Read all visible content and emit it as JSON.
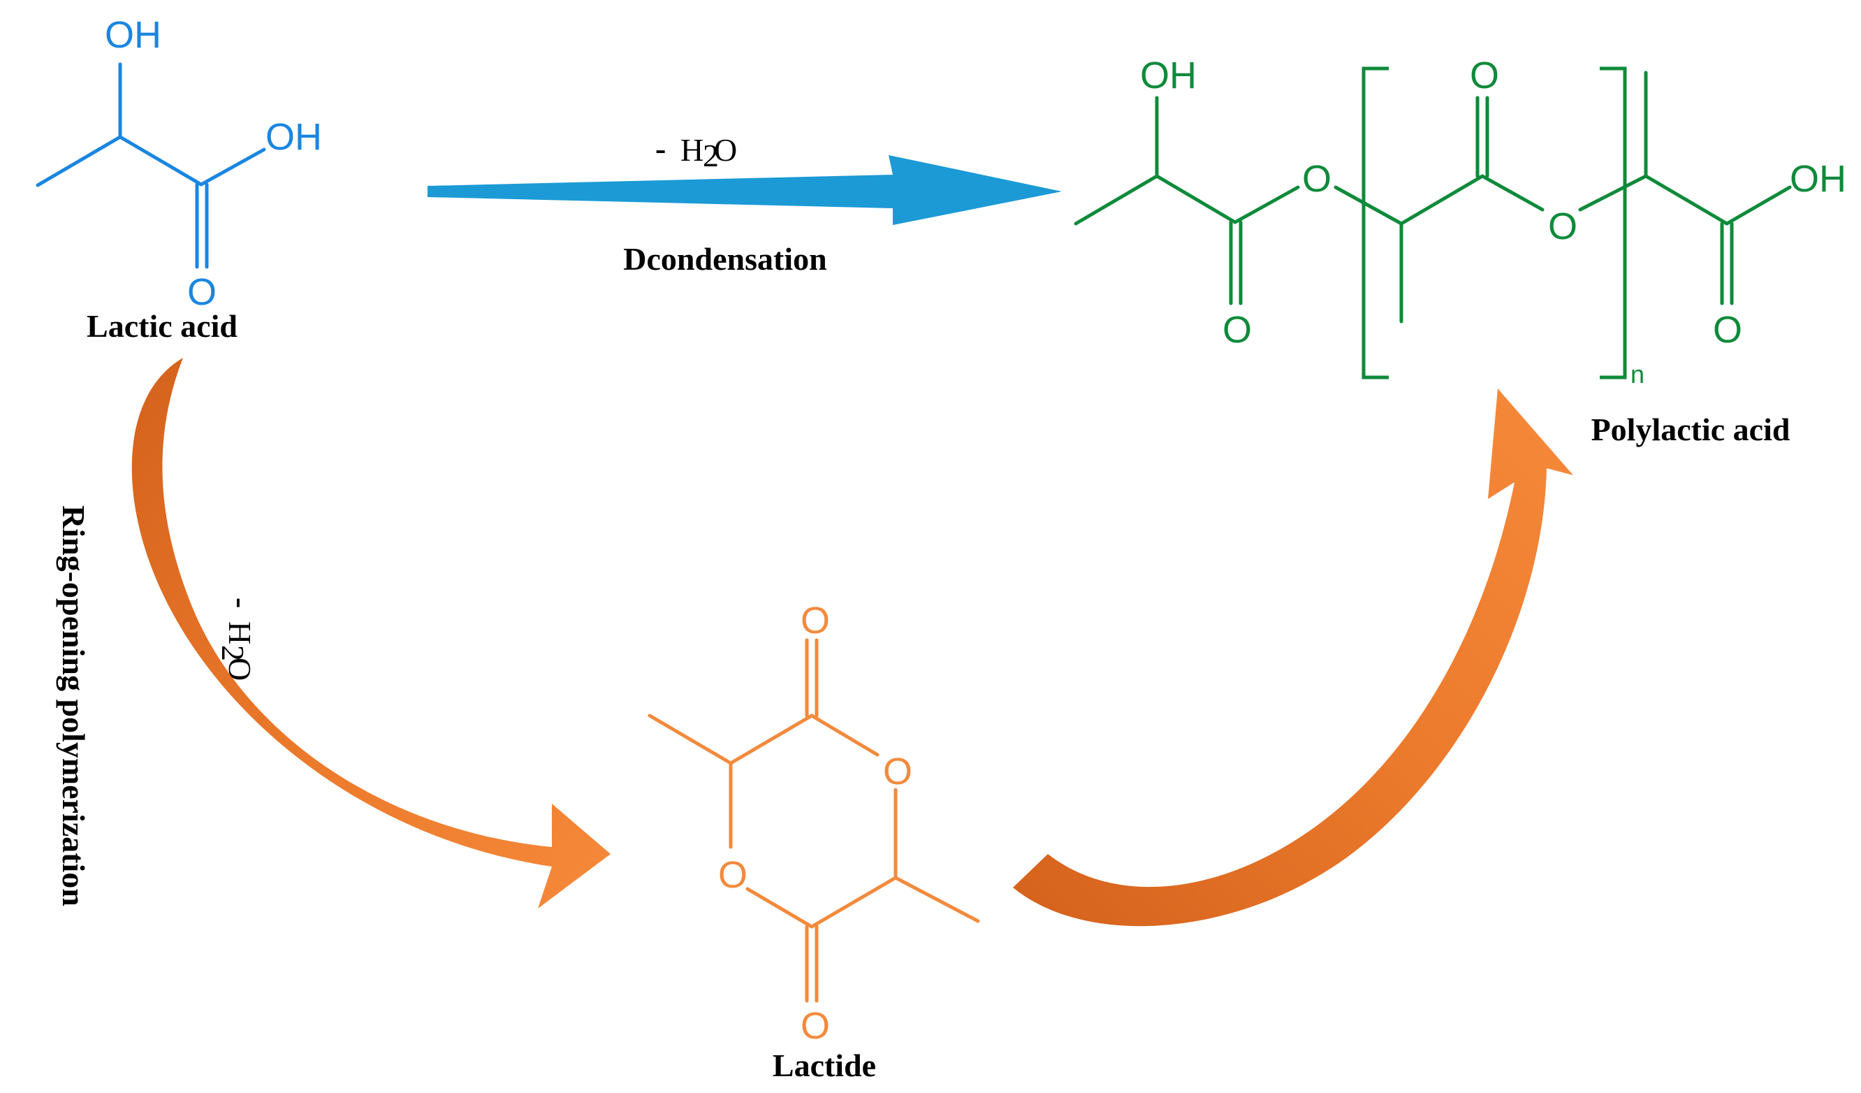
{
  "colors": {
    "lactic_acid": "#1a86e0",
    "polylactic_acid": "#0e8a3a",
    "lactide": "#f28a3c",
    "arrow_blue": "#1b9ad6",
    "arrow_orange_light": "#f6893a",
    "arrow_orange_dark": "#d4621c"
  },
  "molecules": {
    "lactic_acid": {
      "name": "Lactic acid",
      "atoms": {
        "oh_top": "OH",
        "oh_right": "OH",
        "o_carbonyl": "O"
      }
    },
    "polylactic_acid": {
      "name": "Polylactic acid",
      "atoms": {
        "oh_left": "OH",
        "o_ester_1": "O",
        "o_carbonyl_left": "O",
        "o_carbonyl_mid": "O",
        "o_ester_2": "O",
        "oh_right": "OH",
        "o_carbonyl_right": "O"
      },
      "repeat_subscript": "n"
    },
    "lactide": {
      "name": "Lactide",
      "atoms": {
        "o_top": "O",
        "o_ring_right": "O",
        "o_ring_left": "O",
        "o_bottom": "O"
      }
    }
  },
  "reactions": {
    "condensation": {
      "label": "Dcondensation",
      "byproduct_minus": "-",
      "byproduct_h": "H",
      "byproduct_sub": "2",
      "byproduct_o": "O"
    },
    "ring_opening": {
      "label": "Ring-opening polymerization",
      "byproduct_minus": "-",
      "byproduct_h": "H",
      "byproduct_sub": "2",
      "byproduct_o": "O"
    }
  }
}
